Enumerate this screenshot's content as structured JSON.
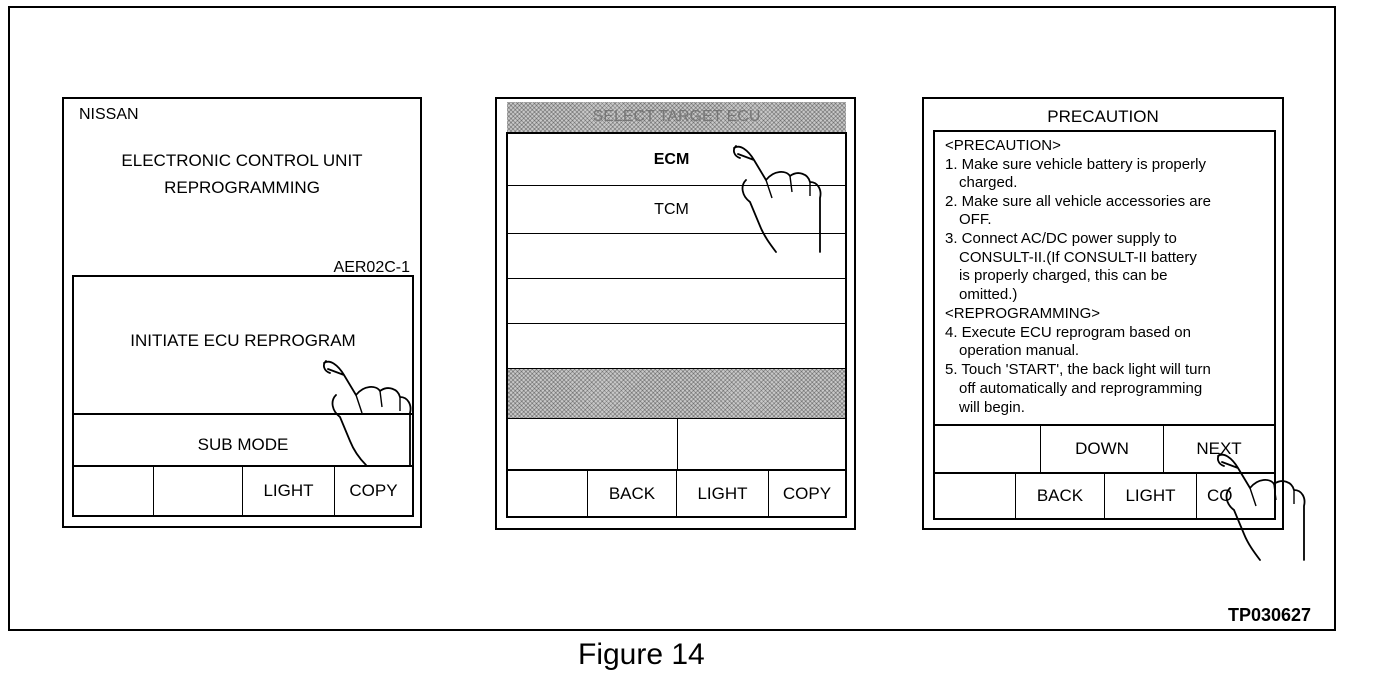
{
  "figure": {
    "caption": "Figure 14",
    "code": "TP030627"
  },
  "screen1": {
    "brand": "NISSAN",
    "title_line1": "ELECTRONIC CONTROL UNIT",
    "title_line2": "REPROGRAMMING",
    "version": "AER02C-1",
    "initiate_label": "INITIATE ECU REPROGRAM",
    "submode_label": "SUB MODE",
    "bottom_buttons": [
      "",
      "",
      "LIGHT",
      "COPY"
    ]
  },
  "screen2": {
    "header": "SELECT TARGET ECU",
    "options": [
      "ECM",
      "TCM",
      "",
      "",
      ""
    ],
    "mid_buttons": [
      "",
      ""
    ],
    "bottom_buttons": [
      "",
      "BACK",
      "LIGHT",
      "COPY"
    ]
  },
  "screen3": {
    "title": "PRECAUTION",
    "lines": [
      "<PRECAUTION>",
      "1. Make sure vehicle battery is properly",
      "   charged.",
      "2. Make sure all vehicle accessories are",
      "   OFF.",
      "3. Connect AC/DC power supply to",
      "   CONSULT-II.(If CONSULT-II battery",
      "   is properly charged, this can be",
      "   omitted.)",
      "<REPROGRAMMING>",
      "4. Execute ECU reprogram based on",
      "   operation manual.",
      "5. Touch 'START', the back light will turn",
      "   off automatically and reprogramming",
      "   will begin."
    ],
    "mid_buttons": [
      "",
      "DOWN",
      "NEXT"
    ],
    "bottom_buttons": [
      "",
      "BACK",
      "LIGHT",
      "CO"
    ]
  },
  "icons": {
    "hand": "pointing-hand-icon"
  }
}
